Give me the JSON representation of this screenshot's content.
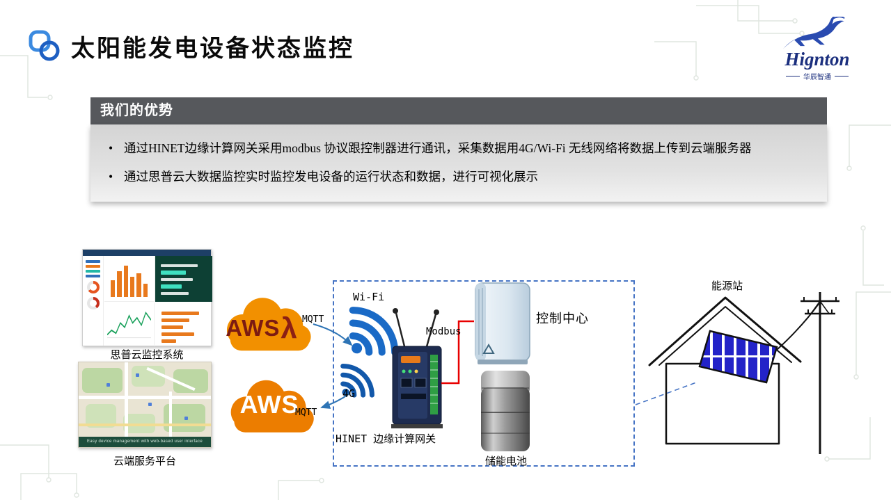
{
  "header": {
    "title": "太阳能发电设备状态监控"
  },
  "brand": {
    "name": "Hignton",
    "subtitle": "华辰智通"
  },
  "advantages": {
    "heading": "我们的优势",
    "bullets": [
      "通过HINET边缘计算网关采用modbus 协议跟控制器进行通讯，采集数据用4G/Wi-Fi 无线网络将数据上传到云端服务器",
      "通过思普云大数据监控实时监控发电设备的运行状态和数据，进行可视化展示"
    ]
  },
  "diagram": {
    "monitor_system_label": "思普云监控系统",
    "cloud_platform_label": "云端服务平台",
    "map_caption": "Easy device management with web-based user interface",
    "aws_top": {
      "label": "AWS",
      "lambda": "λ"
    },
    "aws_bottom": {
      "label": "AWS"
    },
    "mqtt_top": "MQTT",
    "mqtt_bottom": "MQTT",
    "wifi_label": "Wi-Fi",
    "fourg_label": "4G",
    "modbus_label": "Modbus",
    "gateway_label": "HINET 边缘计算网关",
    "control_center_label": "控制中心",
    "battery_label": "储能电池",
    "energy_station_label": "能源站",
    "colors": {
      "cloud_orange": "#f08a00",
      "dashed_border_blue": "#4573c4",
      "arrow_blue": "#2e74b5",
      "wire_red": "#e80000",
      "wifi_blue": "#1a6ac6",
      "panel_cell_blue": "#2323c8"
    }
  }
}
